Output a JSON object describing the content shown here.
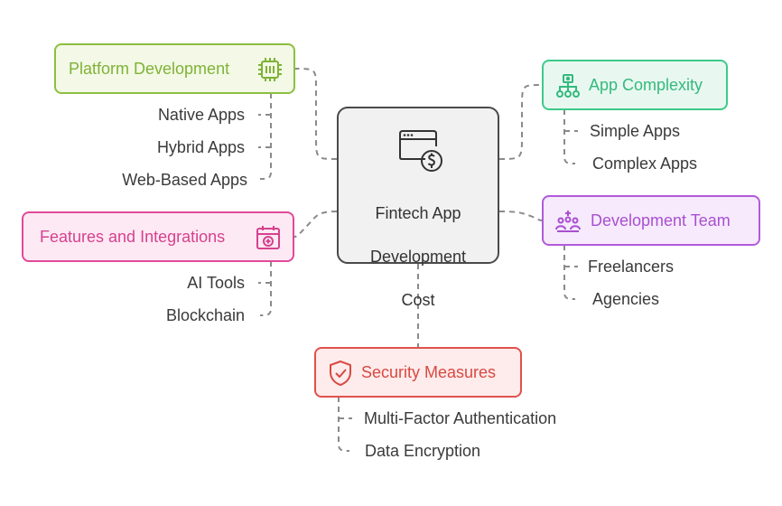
{
  "center": {
    "title_lines": [
      "Fintech App",
      "Development",
      "Cost"
    ],
    "icon": "browser-dollar-icon"
  },
  "nodes": {
    "platform": {
      "label": "Platform Development",
      "icon": "circuit-chip-icon",
      "color": "#8cbf3f",
      "fill": "#f3f9e6",
      "items": [
        "Native Apps",
        "Hybrid Apps",
        "Web-Based Apps"
      ]
    },
    "complexity": {
      "label": "App Complexity",
      "icon": "network-hierarchy-icon",
      "color": "#3ec98a",
      "fill": "#e8f8f0",
      "items": [
        "Simple Apps",
        "Complex Apps"
      ]
    },
    "features": {
      "label": "Features and Integrations",
      "icon": "calendar-plus-icon",
      "color": "#e04a9a",
      "fill": "#fde9f3",
      "items": [
        "AI Tools",
        "Blockchain"
      ]
    },
    "team": {
      "label": "Development Team",
      "icon": "team-meeting-icon",
      "color": "#b25ad9",
      "fill": "#f6eafc",
      "items": [
        "Freelancers",
        "Agencies"
      ]
    },
    "security": {
      "label": "Security Measures",
      "icon": "shield-check-icon",
      "color": "#e0514c",
      "fill": "#fdeceb",
      "items": [
        "Multi-Factor Authentication",
        "Data Encryption"
      ]
    }
  }
}
